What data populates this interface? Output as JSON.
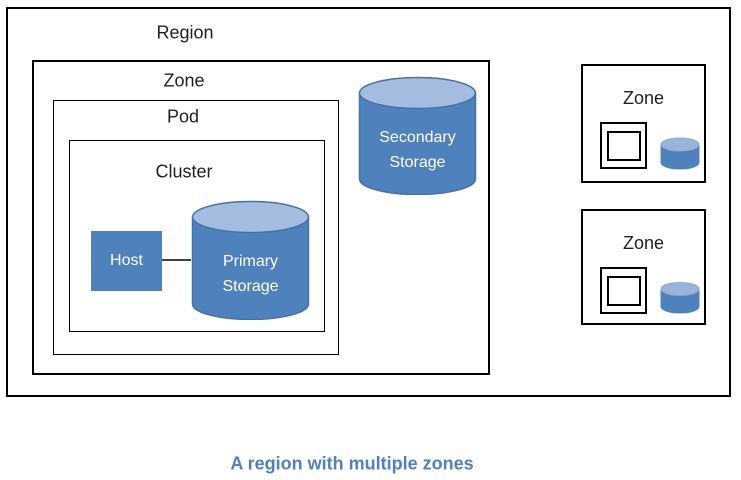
{
  "title_caption": "A region with multiple zones",
  "region": {
    "label": "Region",
    "main_zone": {
      "label": "Zone",
      "pod": {
        "label": "Pod",
        "cluster": {
          "label": "Cluster",
          "host": {
            "label": "Host"
          },
          "primary_storage": {
            "label": "Primary Storage"
          }
        }
      },
      "secondary_storage": {
        "label": "Secondary Storage"
      }
    },
    "other_zones": [
      {
        "label": "Zone"
      },
      {
        "label": "Zone"
      }
    ]
  },
  "colors": {
    "shape_fill": "#4f81bd",
    "cylinder_top_fill": "#a3bcdf",
    "shape_border": "#4472a4",
    "box_border": "#000000",
    "label_text": "#1f1f1f",
    "shape_text": "#ffffff",
    "caption_text": "#4e81bd",
    "background": "#ffffff"
  }
}
